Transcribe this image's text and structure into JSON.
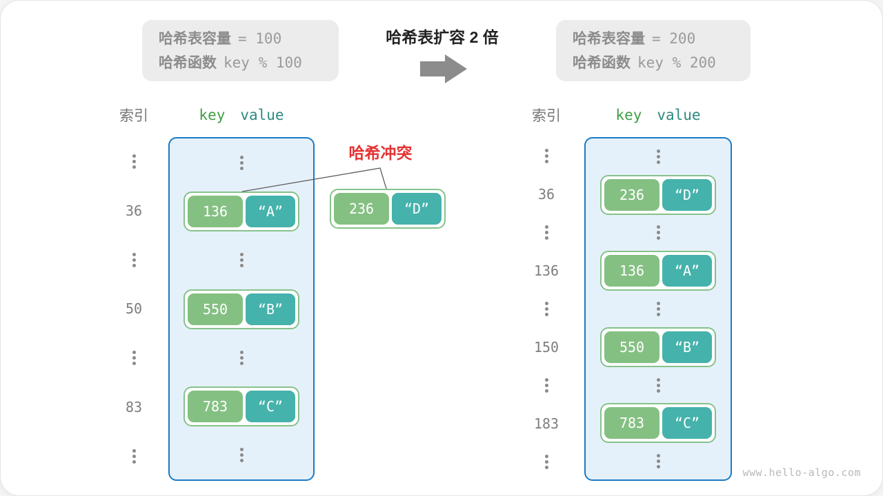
{
  "title": "哈希表扩容 2 倍",
  "watermark": "www.hello-algo.com",
  "captions": {
    "left": {
      "lines": [
        {
          "label": "哈希表容量",
          "code": "= 100"
        },
        {
          "label": "哈希函数",
          "code": "key % 100"
        }
      ]
    },
    "right": {
      "lines": [
        {
          "label": "哈希表容量",
          "code": "= 200"
        },
        {
          "label": "哈希函数",
          "code": "key % 200"
        }
      ]
    }
  },
  "collision": {
    "label": "哈希冲突",
    "pair": {
      "key": "236",
      "value": "“D”"
    }
  },
  "tables": {
    "left": {
      "index_header": "索引",
      "key_header": "key",
      "value_header": "value",
      "rows": [
        {
          "type": "dots"
        },
        {
          "type": "pair",
          "index": "36",
          "key": "136",
          "value": "“A”"
        },
        {
          "type": "dots"
        },
        {
          "type": "pair",
          "index": "50",
          "key": "550",
          "value": "“B”"
        },
        {
          "type": "dots"
        },
        {
          "type": "pair",
          "index": "83",
          "key": "783",
          "value": "“C”"
        },
        {
          "type": "dots"
        }
      ]
    },
    "right": {
      "index_header": "索引",
      "key_header": "key",
      "value_header": "value",
      "rows": [
        {
          "type": "dots"
        },
        {
          "type": "pair",
          "index": "36",
          "key": "236",
          "value": "“D”"
        },
        {
          "type": "dots"
        },
        {
          "type": "pair",
          "index": "136",
          "key": "136",
          "value": "“A”"
        },
        {
          "type": "dots"
        },
        {
          "type": "pair",
          "index": "150",
          "key": "550",
          "value": "“B”"
        },
        {
          "type": "dots"
        },
        {
          "type": "pair",
          "index": "183",
          "key": "783",
          "value": "“C”"
        },
        {
          "type": "dots"
        }
      ]
    }
  },
  "colors": {
    "key_box": "#85c083",
    "value_box": "#45b2ab",
    "pair_border": "#85c289",
    "container_border": "#1a7ac5",
    "container_bg": "#e5f1fa",
    "key_header_green": "#3f9e43",
    "value_header_teal": "#2b8a80",
    "index_gray": "#7d7d7d",
    "caption_bg": "#ececec",
    "caption_text": "#8c8c8c",
    "title_dark": "#222222",
    "collision_red": "#e53333",
    "arrow_gray": "#8c8c8c",
    "line_gray": "#5a5a5a",
    "watermark_gray": "#b9b9b9"
  }
}
